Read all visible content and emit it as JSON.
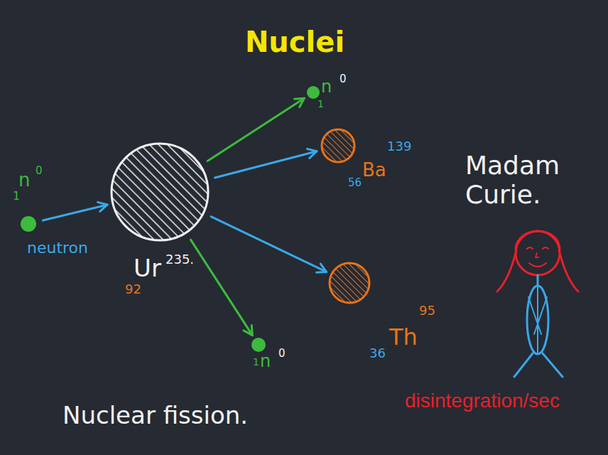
{
  "diagram": {
    "title": "Nuclei",
    "nodes": [
      {
        "text": [
          "1",
          "n",
          "0",
          "neutron"
        ]
      },
      {
        "text": [
          "Ur",
          "235.",
          "92"
        ]
      },
      {
        "text": [
          "1",
          "n",
          "0"
        ]
      },
      {
        "text": [
          "Ba",
          "139",
          "56"
        ]
      },
      {
        "text": [
          "Th",
          "95",
          "36"
        ]
      },
      {
        "text": [
          "1",
          "n",
          "0"
        ]
      }
    ],
    "edges": [
      {
        "from": 0,
        "to": 1,
        "arrow": "to"
      },
      {
        "from": 1,
        "to": 2,
        "arrow": "to"
      },
      {
        "from": 1,
        "to": 3,
        "arrow": "to"
      },
      {
        "from": 1,
        "to": 4,
        "arrow": "to"
      },
      {
        "from": 1,
        "to": 5,
        "arrow": "to"
      }
    ],
    "labels": [
      "Nuclear fission.",
      "Madam Curie.",
      "disintegration/sec"
    ]
  }
}
